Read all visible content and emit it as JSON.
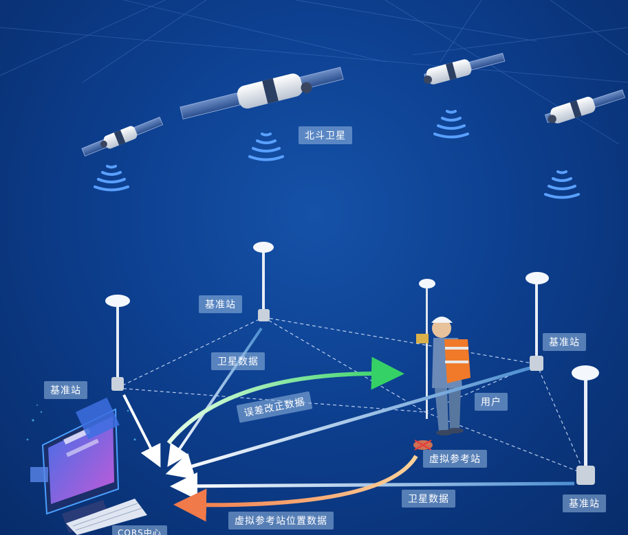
{
  "labels": {
    "beidou_satellite": "北斗卫星",
    "base_station_top": "基准站",
    "base_station_left": "基准站",
    "base_station_right": "基准站",
    "base_station_bottom_right": "基准站",
    "satellite_data_upper": "卫星数据",
    "correction_data": "误差改正数据",
    "user": "用户",
    "virtual_reference_station": "虚拟参考站",
    "satellite_data_lower": "卫星数据",
    "vrs_position_data": "虚拟参考站位置数据",
    "cors_center": "CORS中心"
  },
  "colors": {
    "background": "#0d3f8f",
    "label_bg": "#9ab9e1",
    "white_arrow": "#ffffff",
    "green_arrow": "#3fd46a",
    "orange_arrow": "#f08a50",
    "signal": "#5aa0ff"
  },
  "icons": [
    "satellite-icon",
    "signal-icon",
    "antenna-icon",
    "surveyor-icon",
    "computer-icon",
    "keyboard-icon"
  ]
}
